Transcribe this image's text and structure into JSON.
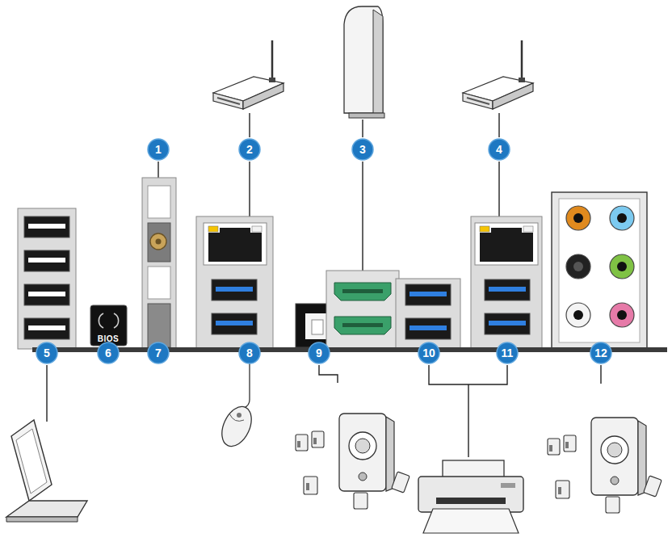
{
  "diagram": {
    "labels": [
      "1",
      "2",
      "3",
      "4",
      "BIOS",
      "5",
      "6",
      "7",
      "8",
      "9",
      "10",
      "11",
      "12"
    ]
  }
}
